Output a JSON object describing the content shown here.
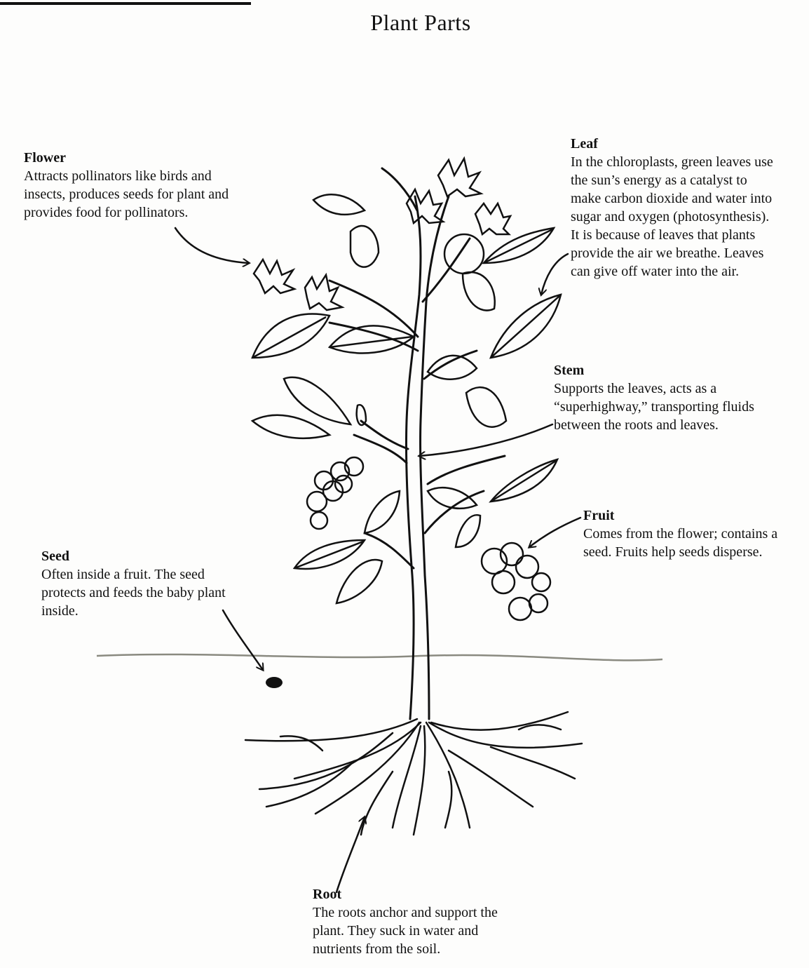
{
  "title": "Plant Parts",
  "labels": {
    "flower": {
      "name": "Flower",
      "description": "Attracts pollinators like birds and\ninsects, produces seeds for plant and\nprovides food for pollinators."
    },
    "leaf": {
      "name": "Leaf",
      "description": "In the chloroplasts, green leaves use\nthe sun’s energy as a catalyst to\nmake carbon dioxide and water into\nsugar and oxygen (photosynthesis).\nIt is because of leaves that plants\nprovide the air we breathe.  Leaves\ncan give off water into the air."
    },
    "stem": {
      "name": "Stem",
      "description": "Supports the leaves, acts as a\n“superhighway,” transporting fluids\nbetween the roots and leaves."
    },
    "fruit": {
      "name": "Fruit",
      "description": "Comes from the flower; contains a\nseed.  Fruits help seeds disperse."
    },
    "seed": {
      "name": "Seed",
      "description": "Often inside a fruit.  The seed\nprotects and feeds the baby plant\ninside."
    },
    "root": {
      "name": "Root",
      "description": "The roots anchor and support the\nplant.  They suck in water and\nnutrients from the soil."
    }
  },
  "colors": {
    "ink": "#111111",
    "ground_line": "#8a8a80",
    "paper": "#fdfdfc"
  }
}
